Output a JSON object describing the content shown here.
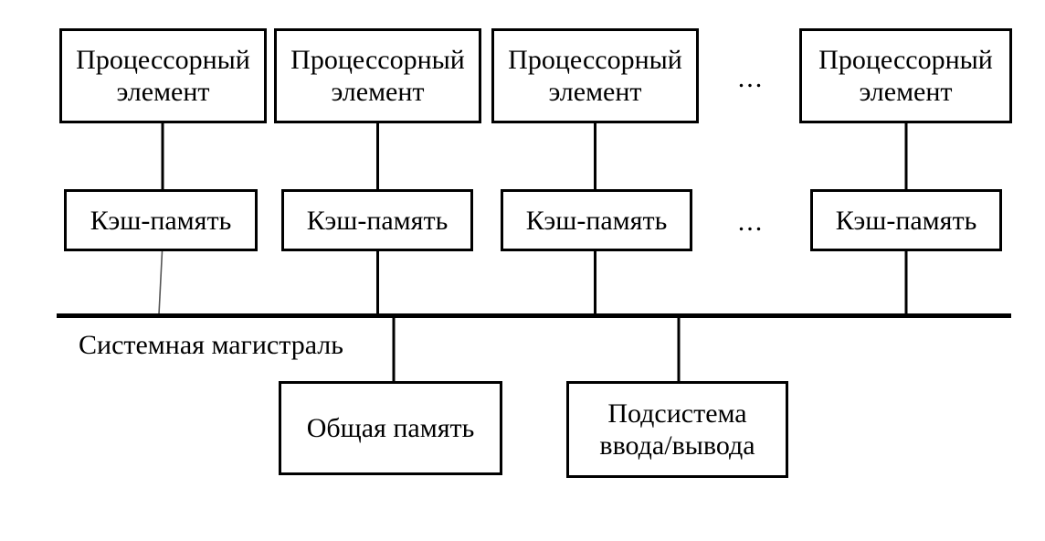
{
  "diagram": {
    "nodes": {
      "processors": [
        {
          "label": "Процессорный\nэлемент"
        },
        {
          "label": "Процессорный\nэлемент"
        },
        {
          "label": "Процессорный\nэлемент"
        },
        {
          "label": "Процессорный\nэлемент"
        }
      ],
      "caches": [
        {
          "label": "Кэш-память"
        },
        {
          "label": "Кэш-память"
        },
        {
          "label": "Кэш-память"
        },
        {
          "label": "Кэш-память"
        }
      ],
      "shared_memory": {
        "label": "Общая память"
      },
      "io_subsystem": {
        "label": "Подсистема\nввода/вывода"
      },
      "bus": {
        "label": "Системная магистраль"
      }
    },
    "ellipsis": {
      "top": "...",
      "bottom": "..."
    },
    "colors": {
      "line": "#000000",
      "slanted_line": "#555555",
      "background": "#ffffff",
      "text": "#000000"
    }
  }
}
